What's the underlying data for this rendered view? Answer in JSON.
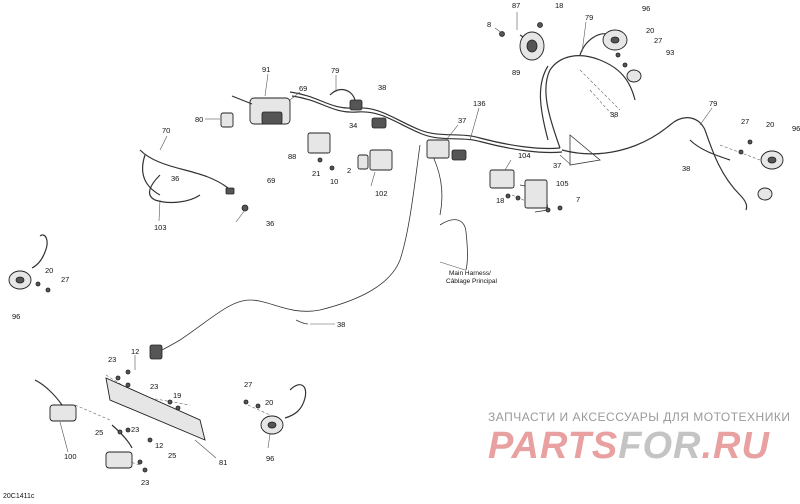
{
  "diagram": {
    "reference_code": "20C1411c",
    "main_harness_label": {
      "line1": "Main Harness/",
      "line2": "Câblage Principal"
    },
    "callouts": [
      {
        "id": "c-87",
        "text": "87"
      },
      {
        "id": "c-18a",
        "text": "18"
      },
      {
        "id": "c-8",
        "text": "8"
      },
      {
        "id": "c-89",
        "text": "89"
      },
      {
        "id": "c-79a",
        "text": "79"
      },
      {
        "id": "c-96a",
        "text": "96"
      },
      {
        "id": "c-20a",
        "text": "20"
      },
      {
        "id": "c-27a",
        "text": "27"
      },
      {
        "id": "c-93",
        "text": "93"
      },
      {
        "id": "c-91",
        "text": "91"
      },
      {
        "id": "c-79b",
        "text": "79"
      },
      {
        "id": "c-69a",
        "text": "69"
      },
      {
        "id": "c-38a",
        "text": "38"
      },
      {
        "id": "c-80",
        "text": "80"
      },
      {
        "id": "c-34",
        "text": "34"
      },
      {
        "id": "c-136",
        "text": "136"
      },
      {
        "id": "c-37a",
        "text": "37"
      },
      {
        "id": "c-38b",
        "text": "38"
      },
      {
        "id": "c-79c",
        "text": "79"
      },
      {
        "id": "c-27b",
        "text": "27"
      },
      {
        "id": "c-20b",
        "text": "20"
      },
      {
        "id": "c-96b",
        "text": "96"
      },
      {
        "id": "c-70",
        "text": "70"
      },
      {
        "id": "c-36a",
        "text": "36"
      },
      {
        "id": "c-88",
        "text": "88"
      },
      {
        "id": "c-21",
        "text": "21"
      },
      {
        "id": "c-2",
        "text": "2"
      },
      {
        "id": "c-10",
        "text": "10"
      },
      {
        "id": "c-104",
        "text": "104"
      },
      {
        "id": "c-37b",
        "text": "37"
      },
      {
        "id": "c-38c",
        "text": "38"
      },
      {
        "id": "c-102",
        "text": "102"
      },
      {
        "id": "c-105",
        "text": "105"
      },
      {
        "id": "c-18b",
        "text": "18"
      },
      {
        "id": "c-7",
        "text": "7"
      },
      {
        "id": "c-69b",
        "text": "69"
      },
      {
        "id": "c-36b",
        "text": "36"
      },
      {
        "id": "c-103",
        "text": "103"
      },
      {
        "id": "c-20c",
        "text": "20"
      },
      {
        "id": "c-27c",
        "text": "27"
      },
      {
        "id": "c-96c",
        "text": "96"
      },
      {
        "id": "c-38d",
        "text": "38"
      },
      {
        "id": "c-23a",
        "text": "23"
      },
      {
        "id": "c-12a",
        "text": "12"
      },
      {
        "id": "c-23b",
        "text": "23"
      },
      {
        "id": "c-19",
        "text": "19"
      },
      {
        "id": "c-27d",
        "text": "27"
      },
      {
        "id": "c-20d",
        "text": "20"
      },
      {
        "id": "c-25a",
        "text": "25"
      },
      {
        "id": "c-23c",
        "text": "23"
      },
      {
        "id": "c-12b",
        "text": "12"
      },
      {
        "id": "c-25b",
        "text": "25"
      },
      {
        "id": "c-100",
        "text": "100"
      },
      {
        "id": "c-23d",
        "text": "23"
      },
      {
        "id": "c-81",
        "text": "81"
      },
      {
        "id": "c-96d",
        "text": "96"
      }
    ]
  },
  "watermark": {
    "caption": "ЗАПЧАСТИ И АКСЕССУАРЫ ДЛЯ МОТОТЕХНИКИ",
    "logo_part1": "PARTS",
    "logo_part2": "FOR",
    "logo_part3": ".RU",
    "colors": {
      "red": "#e8a0a0",
      "gray": "#c4c4c4"
    }
  }
}
